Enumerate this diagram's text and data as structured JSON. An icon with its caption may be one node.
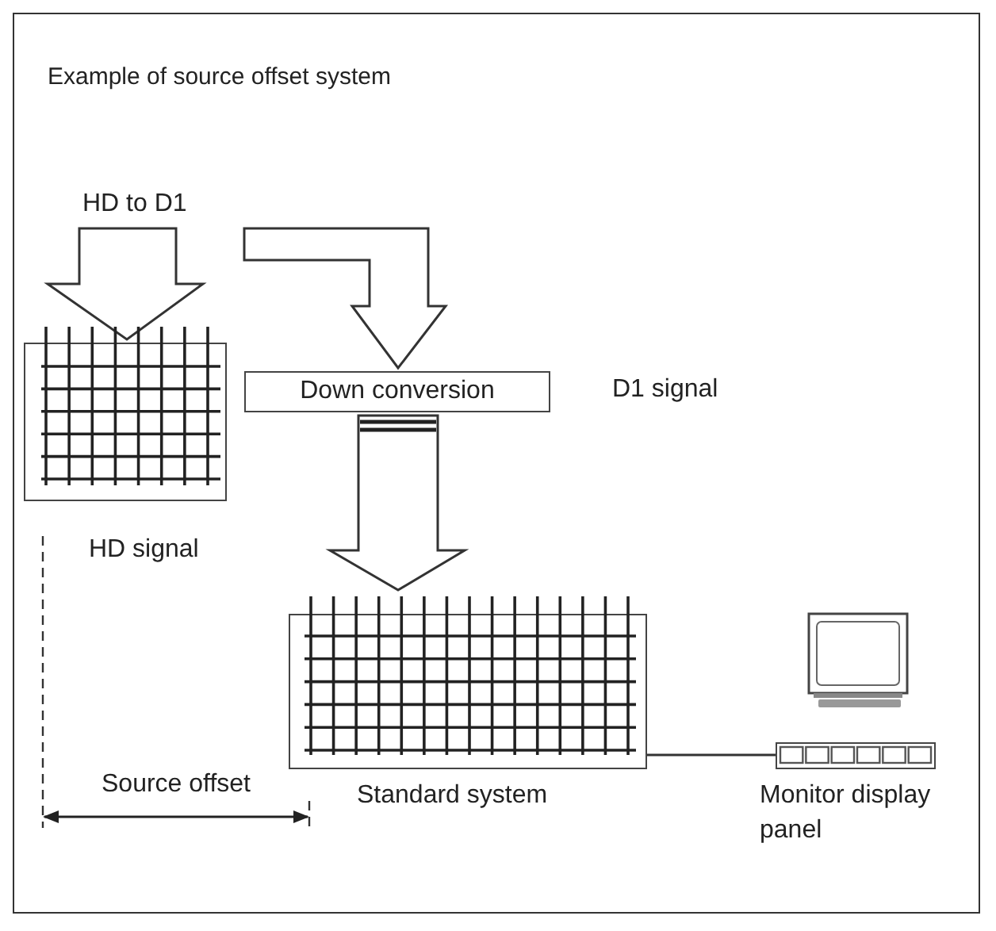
{
  "diagram": {
    "title": "Example of source offset system",
    "nodes": [
      {
        "text": [
          "HD signal"
        ]
      },
      {
        "text": [
          "Down conversion"
        ],
        "beside": [
          "D1 signal"
        ]
      },
      {
        "text": [
          "Standard system"
        ]
      },
      {
        "text": [
          "Monitor display panel"
        ]
      }
    ],
    "edges": [
      {
        "from": null,
        "to": 0,
        "arrow": "to",
        "label": "HD to D1"
      },
      {
        "from": null,
        "to": 1,
        "arrow": "to"
      },
      {
        "from": 1,
        "to": 2,
        "arrow": "to"
      },
      {
        "from": 2,
        "to": 3,
        "arrow": "none"
      }
    ],
    "labels": [
      "Source offset"
    ]
  }
}
